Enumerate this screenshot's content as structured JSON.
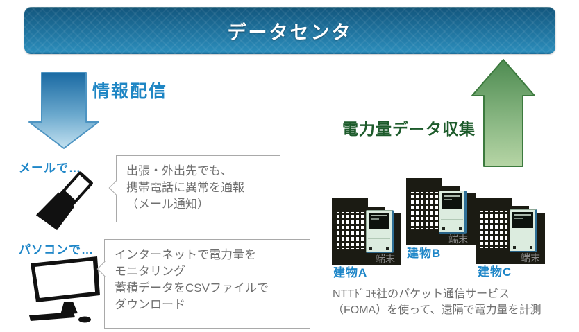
{
  "header": {
    "title": "データセンタ"
  },
  "flows": {
    "down_label": "情報配信",
    "up_label": "電力量データ収集"
  },
  "mail_section": {
    "label": "メールで…",
    "icon": "flip-phone",
    "bubble_lines": {
      "0": "出張・外出先でも、",
      "1": "携帯電話に異常を通報",
      "2": "（メール通知）"
    }
  },
  "pc_section": {
    "label": "パソコンで…",
    "icon": "desktop-monitor",
    "bubble_lines": {
      "0": "インターネットで電力量を",
      "1": "モニタリング",
      "2": "蓄積データをCSVファイルで",
      "3": "ダウンロード"
    }
  },
  "buildings": {
    "items": [
      {
        "label": "建物A",
        "terminal_label": "端末"
      },
      {
        "label": "建物B",
        "terminal_label": "端末"
      },
      {
        "label": "建物C",
        "terminal_label": "端末"
      }
    ],
    "footnote_lines": {
      "0": "NTTﾄﾞｺﾓ社のパケット通信サービス",
      "1": "（FOMA）を使って、遠隔で電力量を計測"
    }
  },
  "colors": {
    "accent_blue": "#1e86c8",
    "header_top": "#145a82",
    "header_bottom": "#2b8cba",
    "arrow_blue_dark": "#1a6aa3",
    "arrow_blue_light": "#c3e1f0",
    "arrow_green_dark": "#4e8b51",
    "arrow_green_light": "#b6d5a5",
    "green_text": "#1d5b2b",
    "gray_text": "#6f6f6f",
    "building_black": "#1b1b13",
    "terminal_mint": "#dcecdf"
  }
}
